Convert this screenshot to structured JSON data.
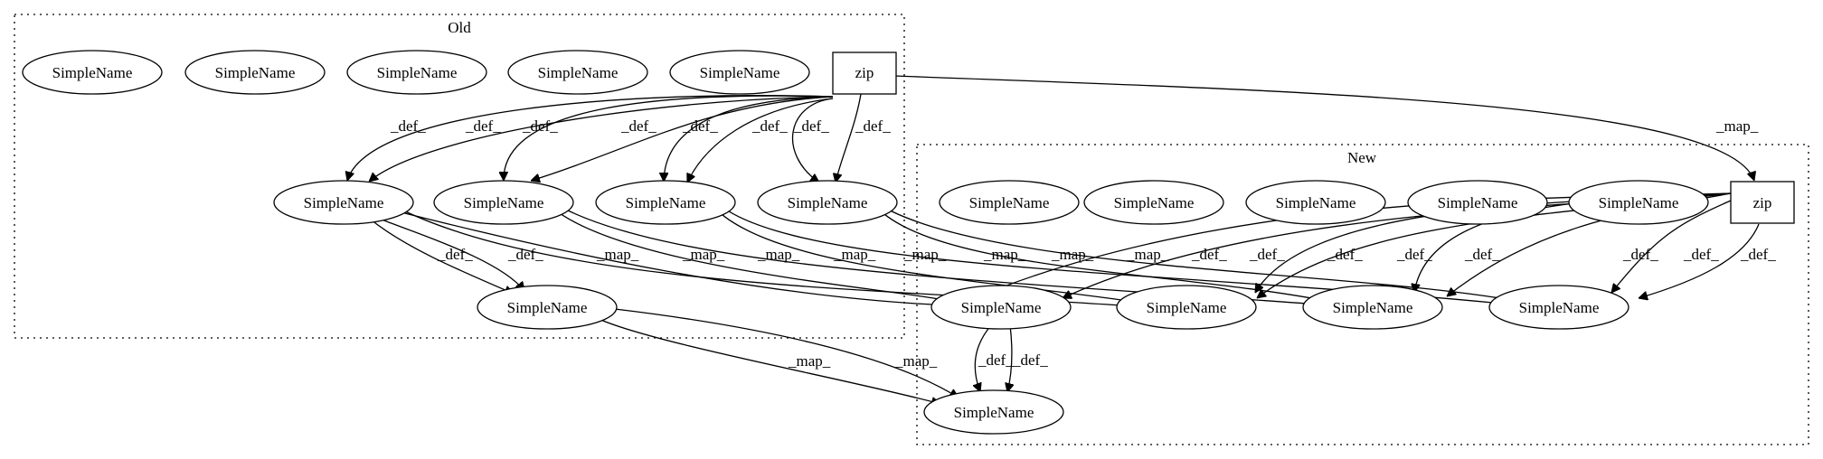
{
  "clusters": {
    "old": {
      "label": "Old"
    },
    "new": {
      "label": "New"
    }
  },
  "nodes": {
    "o_iso1": "SimpleName",
    "o_iso2": "SimpleName",
    "o_iso3": "SimpleName",
    "o_iso4": "SimpleName",
    "o_iso5": "SimpleName",
    "o_zip": "zip",
    "o_a": "SimpleName",
    "o_b": "SimpleName",
    "o_c": "SimpleName",
    "o_d": "SimpleName",
    "o_e": "SimpleName",
    "n_iso1": "SimpleName",
    "n_iso2": "SimpleName",
    "n_iso3": "SimpleName",
    "n_iso4": "SimpleName",
    "n_iso5": "SimpleName",
    "n_zip": "zip",
    "n_a": "SimpleName",
    "n_b": "SimpleName",
    "n_c": "SimpleName",
    "n_d": "SimpleName",
    "n_e": "SimpleName"
  },
  "edge_labels": {
    "def": "_def_",
    "map": "_map_"
  }
}
